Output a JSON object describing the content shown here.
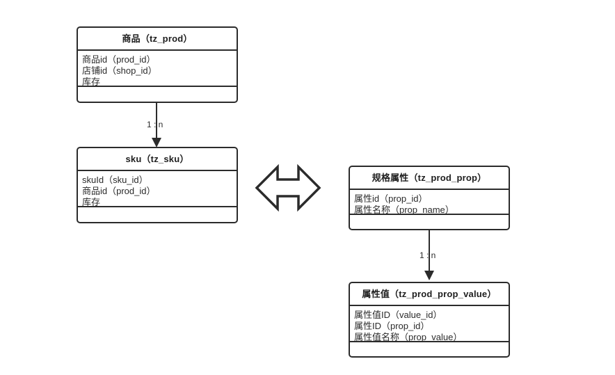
{
  "diagram": {
    "type": "er-diagram",
    "background_color": "#ffffff",
    "line_color": "#2b2b2b",
    "entities": [
      {
        "id": "tz_prod",
        "title": "商品（tz_prod）",
        "attributes": [
          "商品id（prod_id）",
          "店铺id（shop_id）",
          "库存"
        ],
        "methods": []
      },
      {
        "id": "tz_sku",
        "title": "sku（tz_sku）",
        "attributes": [
          "skuId（sku_id）",
          "商品id（prod_id）",
          "库存"
        ],
        "methods": []
      },
      {
        "id": "tz_prod_prop",
        "title": "规格属性（tz_prod_prop）",
        "attributes": [
          "属性id（prop_id）",
          "属性名称（prop_name）"
        ],
        "methods": []
      },
      {
        "id": "tz_prod_prop_value",
        "title": "属性值（tz_prod_prop_value）",
        "attributes": [
          "属性值ID（value_id）",
          "属性ID（prop_id）",
          "属性值名称（prop_value）"
        ],
        "methods": []
      }
    ],
    "relations": [
      {
        "id": "prod-to-sku",
        "from": "tz_prod",
        "to": "tz_sku",
        "label": "1 : n"
      },
      {
        "id": "prop-to-prop-value",
        "from": "tz_prod_prop",
        "to": "tz_prod_prop_value",
        "label": "1 : n"
      }
    ],
    "link_marker": {
      "id": "sku-prop-link",
      "icon": "double-arrow-horizontal-icon"
    }
  }
}
